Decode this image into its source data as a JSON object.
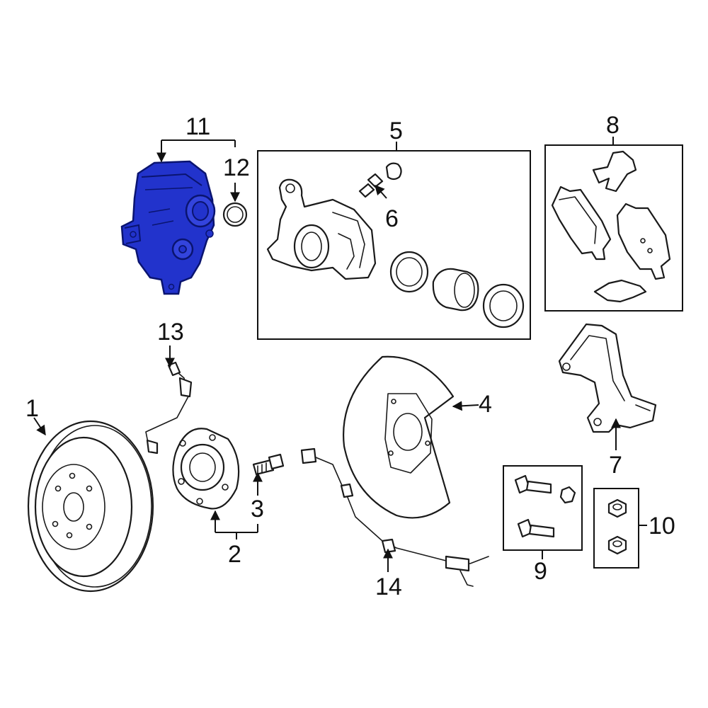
{
  "colors": {
    "highlight": "#2233cc",
    "highlight_dark": "#0a1470",
    "line": "#1a1a1a",
    "background": "#ffffff"
  },
  "callouts": {
    "c1": "1",
    "c2": "2",
    "c3": "3",
    "c4": "4",
    "c5": "5",
    "c6": "6",
    "c7": "7",
    "c8": "8",
    "c9": "9",
    "c10": "10",
    "c11": "11",
    "c12": "12",
    "c13": "13",
    "c14": "14"
  }
}
